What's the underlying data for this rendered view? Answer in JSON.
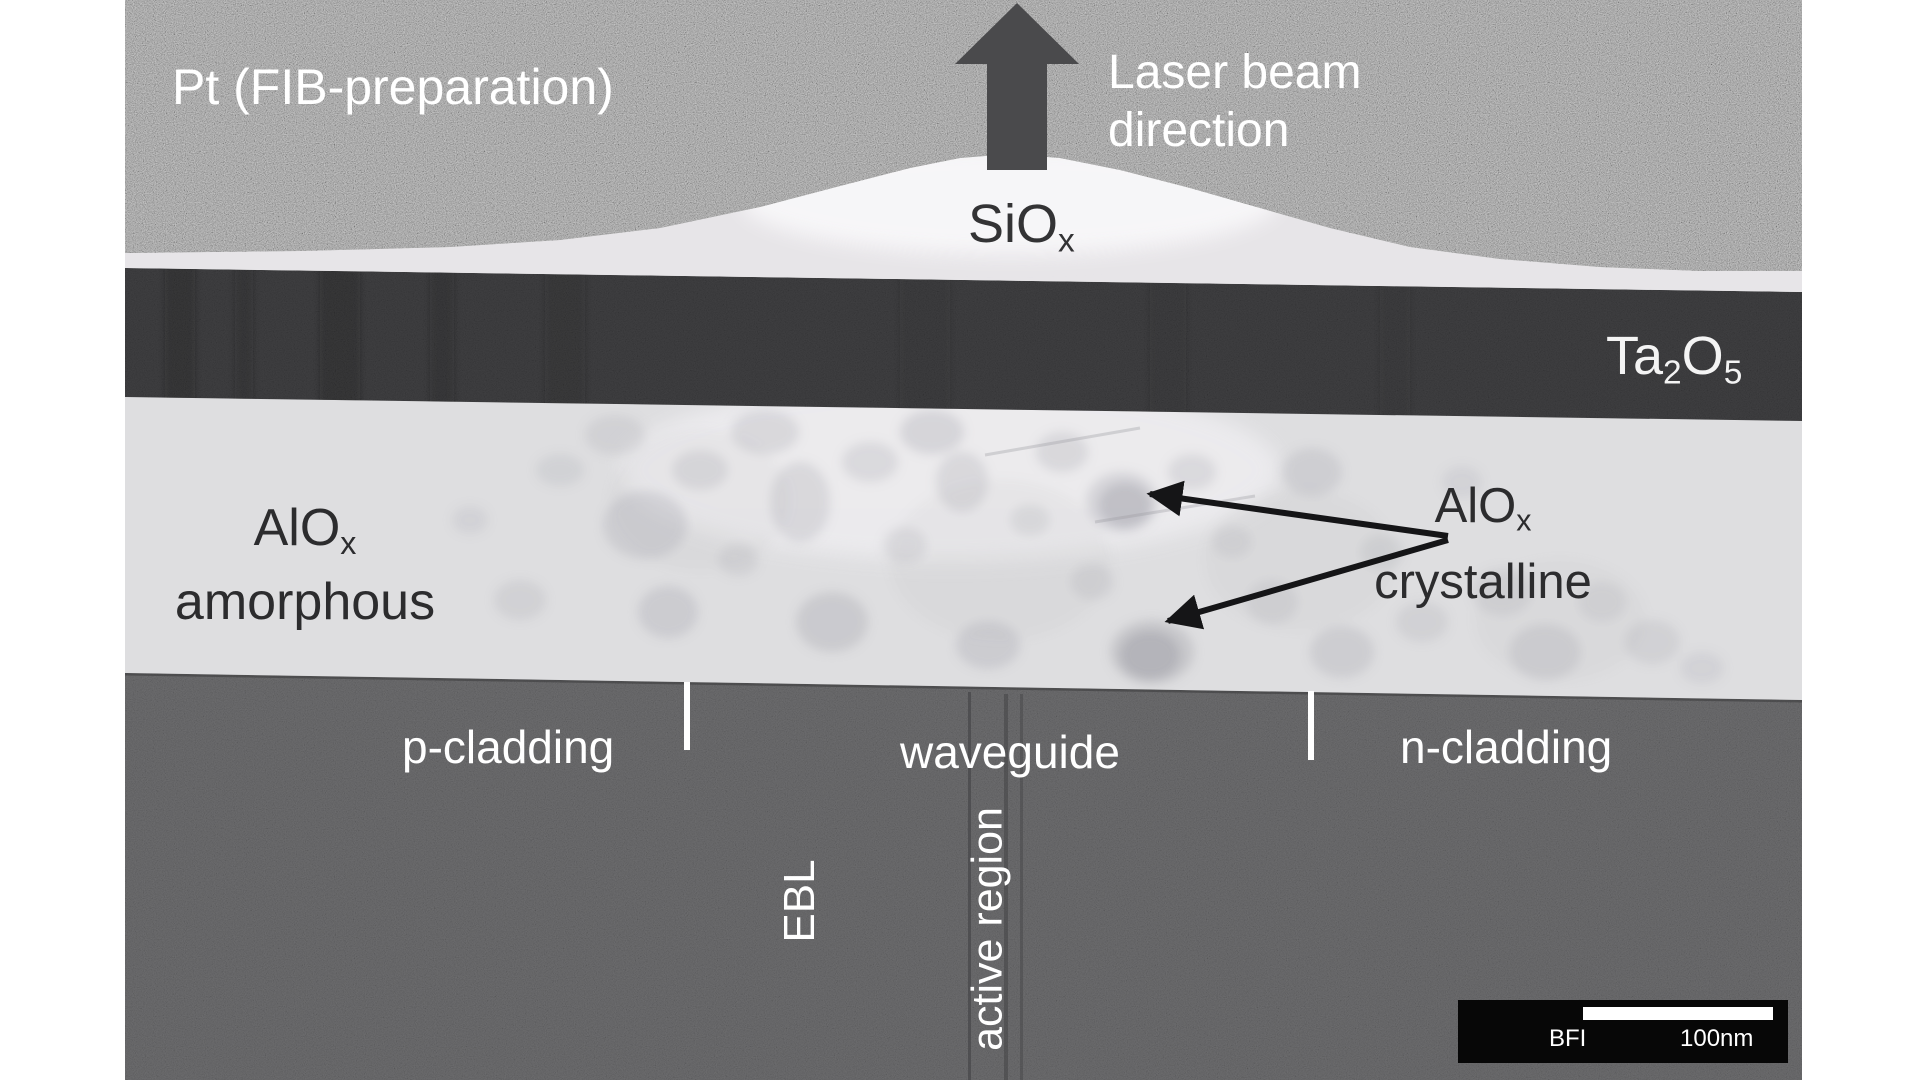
{
  "micrograph": {
    "regions": {
      "pt": "Pt (FIB-preparation)",
      "laser": {
        "line1": "Laser beam",
        "line2": "direction"
      },
      "siox": {
        "base": "SiO",
        "sub": "x"
      },
      "ta2o5": {
        "p1": "Ta",
        "s1": "2",
        "p2": "O",
        "s2": "5"
      },
      "alox_amorphous": {
        "base": "AlO",
        "sub": "x",
        "line2": "amorphous"
      },
      "alox_crystalline": {
        "base": "AlO",
        "sub": "x",
        "line2": "crystalline"
      },
      "p_cladding": "p-cladding",
      "waveguide": "waveguide",
      "n_cladding": "n-cladding",
      "ebl": "EBL",
      "active_region": "active region"
    },
    "scale_bar": {
      "mode": "BFI",
      "length": "100nm"
    },
    "colors": {
      "pt_grain": "#8c8c8c",
      "siox_layer": "#e7e5e8",
      "ta2o5_layer": "#2f2f31",
      "alox_layer": "#dedee0",
      "substrate": "#58585a",
      "margin": "#ffffff",
      "beam_arrow": "#4a4a4c",
      "annotation_arrow": "#151517",
      "label_light": "#ffffff",
      "label_dark": "#2c2c2e",
      "scale_box": "#070707"
    }
  }
}
